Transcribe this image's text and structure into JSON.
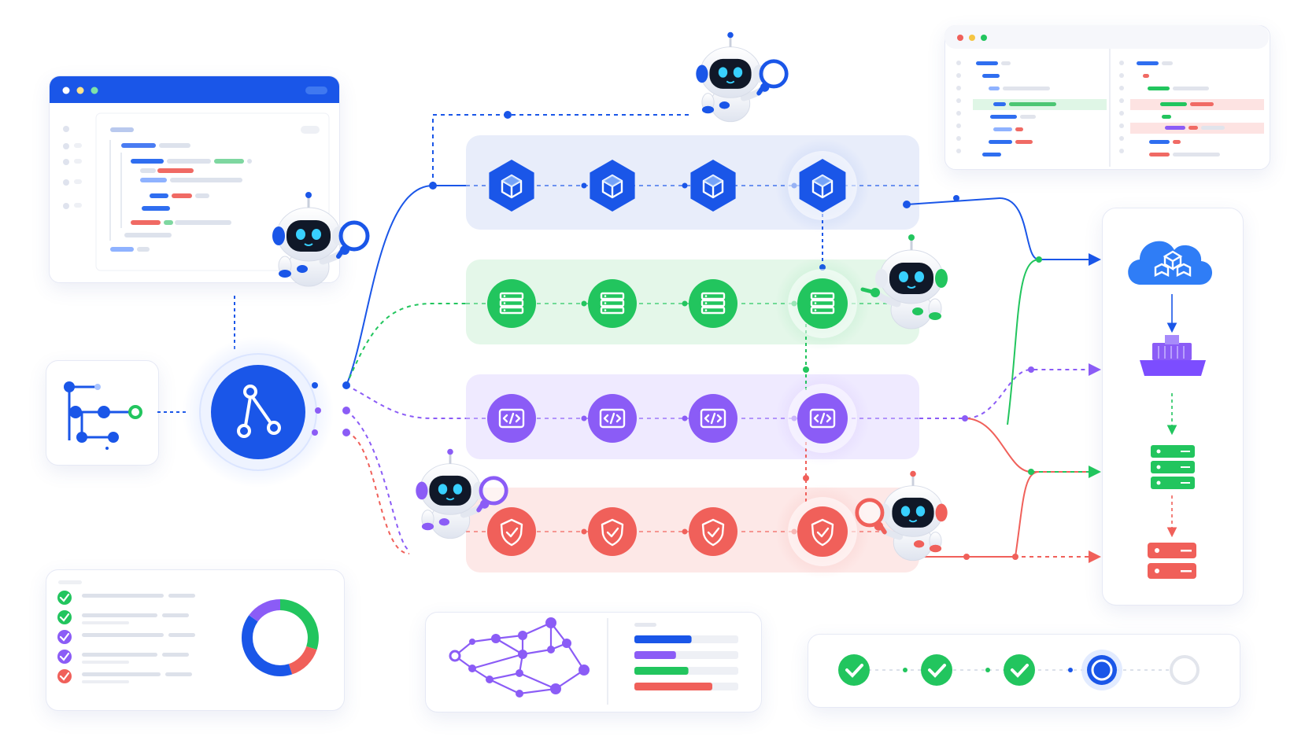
{
  "colors": {
    "blue": "#1a56e8",
    "blue_light": "#4a90ff",
    "green": "#22c55e",
    "purple": "#8b5cf6",
    "red": "#f0605a",
    "lane_blue": "#e8edfa",
    "lane_green": "#e4f7e9",
    "lane_purple": "#efeaff",
    "lane_red": "#fde8e7",
    "gray_line": "#d6dae6",
    "robot_face": "#101828",
    "robot_eye": "#38d0ff"
  },
  "central_hub": {
    "icon": "git-merge-icon",
    "color": "#1a56e8"
  },
  "lanes": [
    {
      "id": "build",
      "icon": "cube-icon",
      "color": "#1a56e8",
      "shape": "hexagon",
      "steps": 4,
      "active_step": 4
    },
    {
      "id": "test",
      "icon": "server-stack-icon",
      "color": "#22c55e",
      "shape": "circle",
      "steps": 4,
      "active_step": 4
    },
    {
      "id": "review",
      "icon": "code-brackets-icon",
      "color": "#8b5cf6",
      "shape": "circle",
      "steps": 4,
      "active_step": 4
    },
    {
      "id": "security",
      "icon": "shield-check-icon",
      "color": "#f0605a",
      "shape": "circle",
      "steps": 4,
      "active_step": 4
    }
  ],
  "robots": [
    {
      "id": "robot-inspector-top",
      "accent": "#1a56e8",
      "tool": "magnifier-icon"
    },
    {
      "id": "robot-inspector-left",
      "accent": "#1a56e8",
      "tool": "magnifier-icon"
    },
    {
      "id": "robot-pointer-green",
      "accent": "#22c55e",
      "tool": "pointing-hand"
    },
    {
      "id": "robot-inspector-purple",
      "accent": "#8b5cf6",
      "tool": "magnifier-icon"
    },
    {
      "id": "robot-inspector-red",
      "accent": "#f0605a",
      "tool": "magnifier-icon"
    }
  ],
  "deploy_targets": [
    {
      "id": "cloud",
      "icon": "cloud-cubes-icon",
      "color": "#1a56e8"
    },
    {
      "id": "container-ship",
      "icon": "container-ship-icon",
      "color": "#8b5cf6"
    },
    {
      "id": "server-green",
      "icon": "server-rack-icon",
      "color": "#22c55e"
    },
    {
      "id": "server-red",
      "icon": "server-rack-icon",
      "color": "#f0605a"
    }
  ],
  "checklist": {
    "items": [
      {
        "status": "check",
        "color": "#22c55e"
      },
      {
        "status": "check",
        "color": "#22c55e"
      },
      {
        "status": "check",
        "color": "#8b5cf6"
      },
      {
        "status": "check",
        "color": "#8b5cf6"
      },
      {
        "status": "check",
        "color": "#f0605a"
      }
    ],
    "donut_segments": [
      {
        "color": "#22c55e",
        "value": 30
      },
      {
        "color": "#f0605a",
        "value": 15
      },
      {
        "color": "#1a56e8",
        "value": 40
      },
      {
        "color": "#8b5cf6",
        "value": 15
      }
    ]
  },
  "bars_panel": {
    "bars": [
      {
        "color": "#1a56e8",
        "value": 0.55
      },
      {
        "color": "#8b5cf6",
        "value": 0.4
      },
      {
        "color": "#22c55e",
        "value": 0.52
      },
      {
        "color": "#f0605a",
        "value": 0.75
      }
    ]
  },
  "progress": {
    "steps": [
      {
        "state": "done"
      },
      {
        "state": "done"
      },
      {
        "state": "done"
      },
      {
        "state": "active"
      },
      {
        "state": "pending"
      }
    ]
  }
}
